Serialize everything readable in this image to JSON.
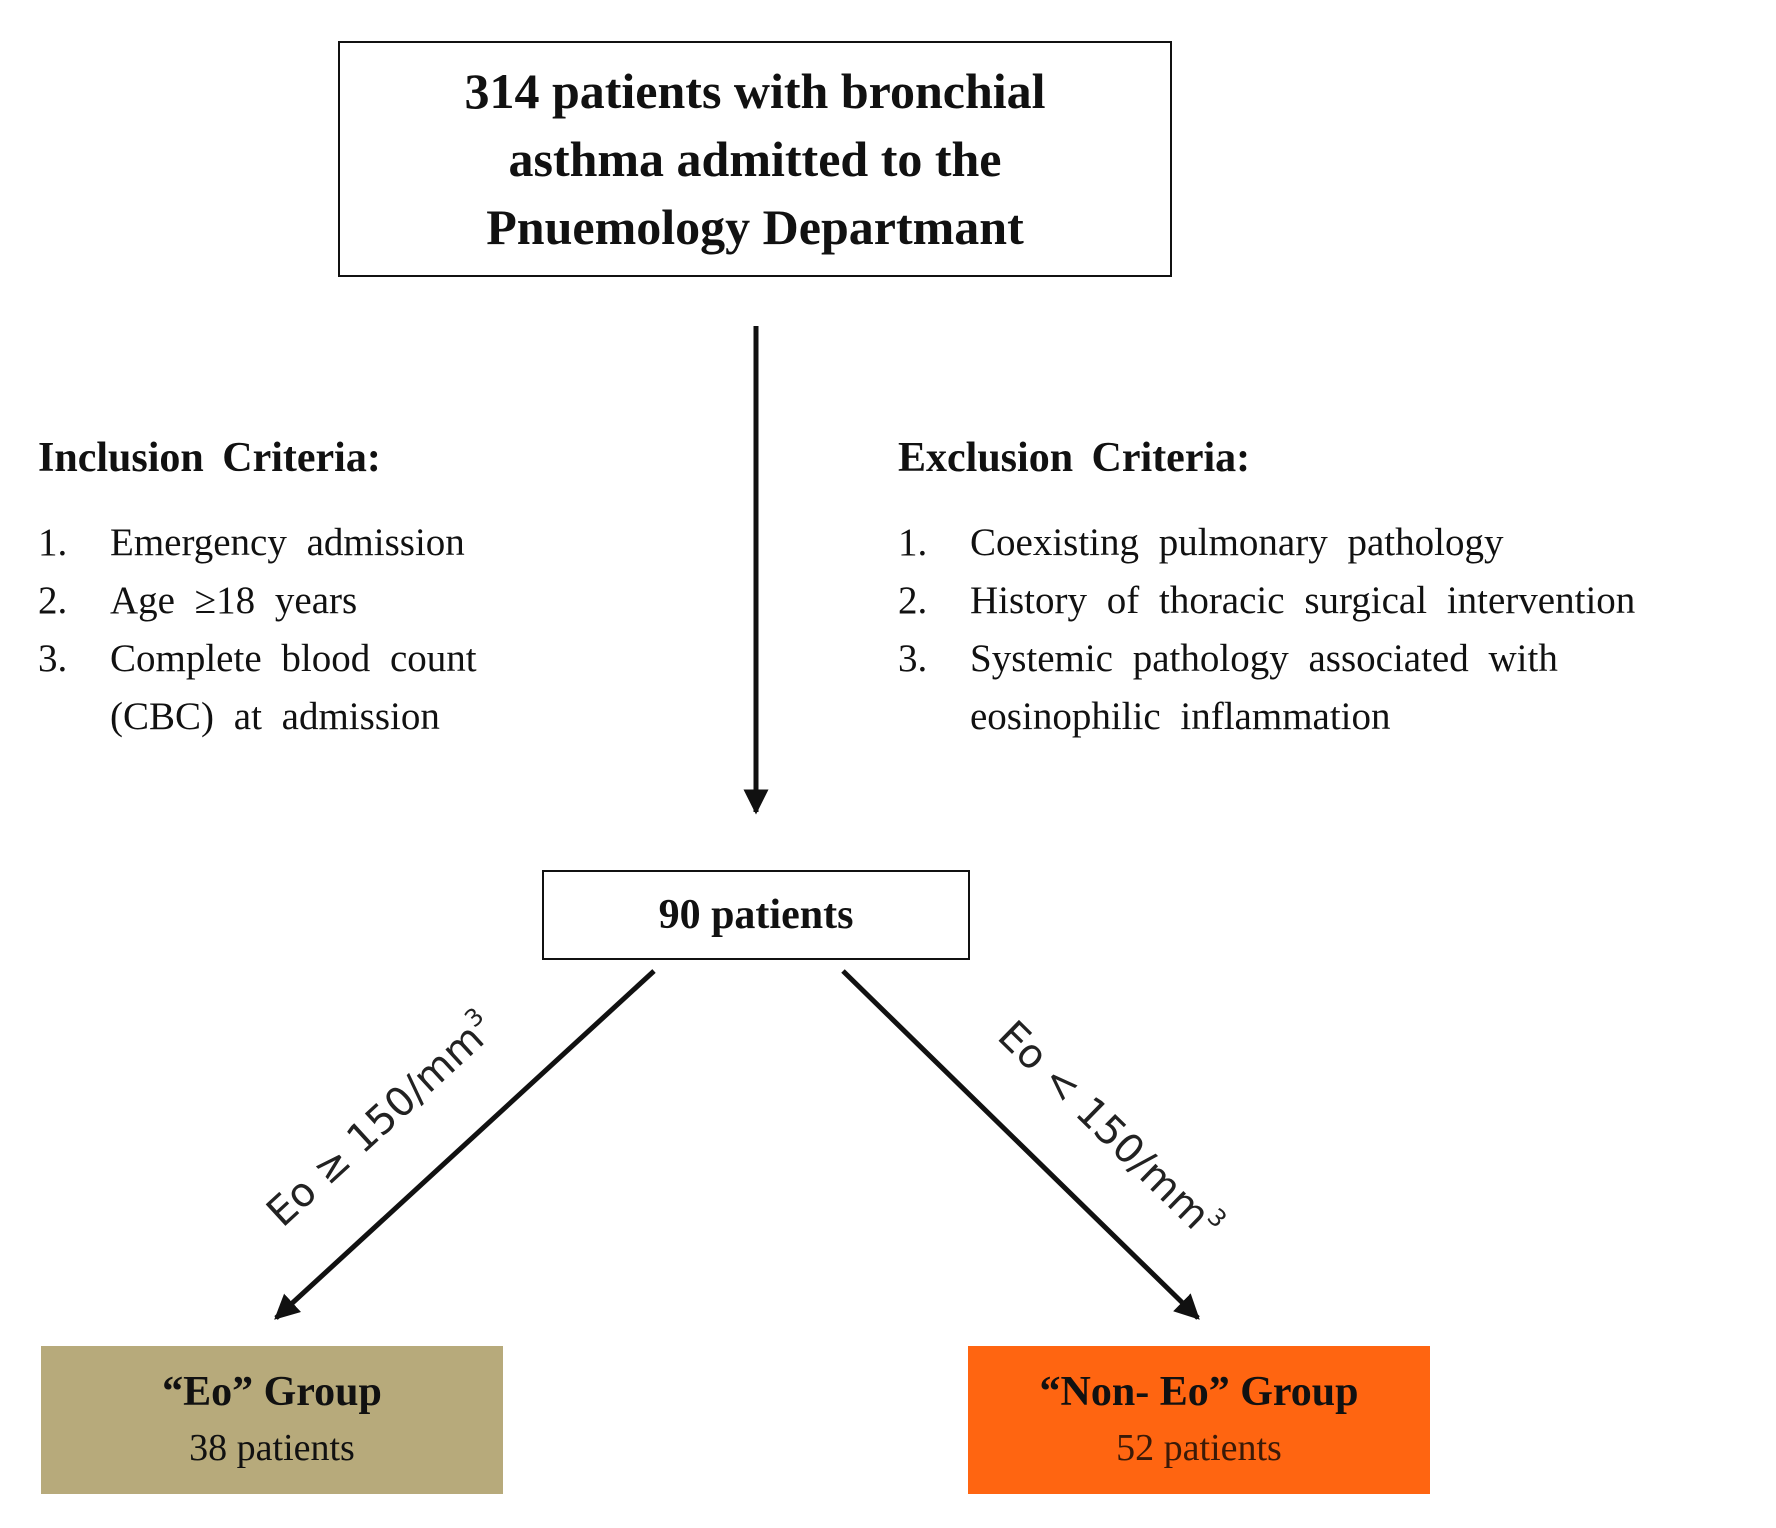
{
  "top_box": {
    "line1": "314 patients with bronchial",
    "line2": "asthma admitted to the",
    "line3": "Pnuemology Departmant"
  },
  "inclusion": {
    "title": "Inclusion Criteria:",
    "items": [
      {
        "num": "1.",
        "text": "Emergency admission"
      },
      {
        "num": "2.",
        "text": "Age ≥18 years"
      },
      {
        "num": "3.",
        "text": "Complete blood count (CBC) at admission"
      }
    ]
  },
  "exclusion": {
    "title": "Exclusion Criteria:",
    "items": [
      {
        "num": "1.",
        "text": "Coexisting pulmonary pathology"
      },
      {
        "num": "2.",
        "text": "History of thoracic surgical intervention"
      },
      {
        "num": "3.",
        "text": "Systemic pathology associated with eosinophilic inflammation"
      }
    ]
  },
  "mid_box": {
    "label": "90 patients"
  },
  "branches": {
    "left_label_main": "Eo ≥ 150/mm",
    "left_label_sup": "3",
    "right_label_main": "Eo < 150/mm",
    "right_label_sup": "3"
  },
  "eo_group": {
    "title": "“Eo” Group",
    "count": "38 patients",
    "color": "#b7aa7b"
  },
  "noneo_group": {
    "title": "“Non- Eo” Group",
    "count": "52 patients",
    "color": "#ff6511"
  }
}
